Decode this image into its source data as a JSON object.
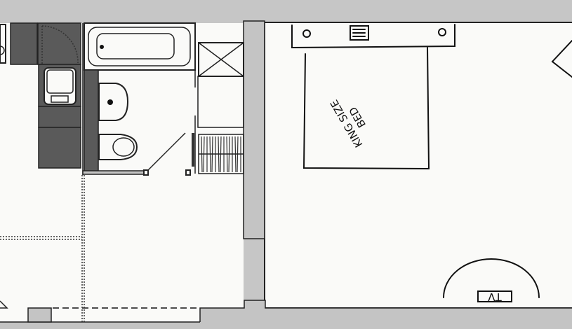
{
  "plan": {
    "bed_label_line1": "KING SIZE",
    "bed_label_line2": "BED",
    "tv_label": "TV",
    "colors": {
      "background": "#c6c6c6",
      "floor": "#fafaf8",
      "counter": "#5a5a5a",
      "wall": "#c4c4c4"
    }
  }
}
